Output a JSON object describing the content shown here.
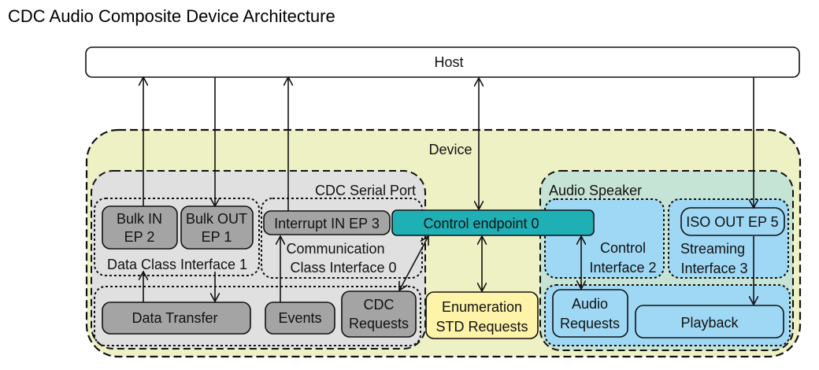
{
  "title": "CDC Audio Composite Device Architecture",
  "colors": {
    "device_fill": "#eef1c4",
    "cdc_fill": "#e0e0e0",
    "audio_fill": "#c6e4d6",
    "audio_box_fill": "#9fd8f5",
    "gray_box_fill": "#a4a4a4",
    "control_ep_fill": "#1fb0b5",
    "enumeration_fill": "#fdf3a9",
    "host_fill": "#ffffff",
    "line": "#111111"
  },
  "host": {
    "label": "Host"
  },
  "device": {
    "label": "Device"
  },
  "cdc": {
    "label": "CDC Serial Port",
    "bulk_in": [
      "Bulk IN",
      "EP 2"
    ],
    "bulk_out": [
      "Bulk OUT",
      "EP 1"
    ],
    "data_class_interface": "Data Class Interface 1",
    "interrupt_in": "Interrupt IN EP 3",
    "communication_interface": [
      "Communication",
      "Class Interface 0"
    ],
    "data_transfer": "Data Transfer",
    "events": "Events",
    "cdc_requests": [
      "CDC",
      "Requests"
    ]
  },
  "control_endpoint": {
    "label": "Control endpoint 0"
  },
  "enumeration": {
    "label": [
      "Enumeration",
      "STD Requests"
    ]
  },
  "audio": {
    "label": "Audio Speaker",
    "control_interface": [
      "Control",
      "Interface 2"
    ],
    "iso_out": "ISO OUT EP 5",
    "streaming_interface": [
      "Streaming",
      "Interface 3"
    ],
    "audio_requests": [
      "Audio",
      "Requests"
    ],
    "playback": "Playback"
  }
}
